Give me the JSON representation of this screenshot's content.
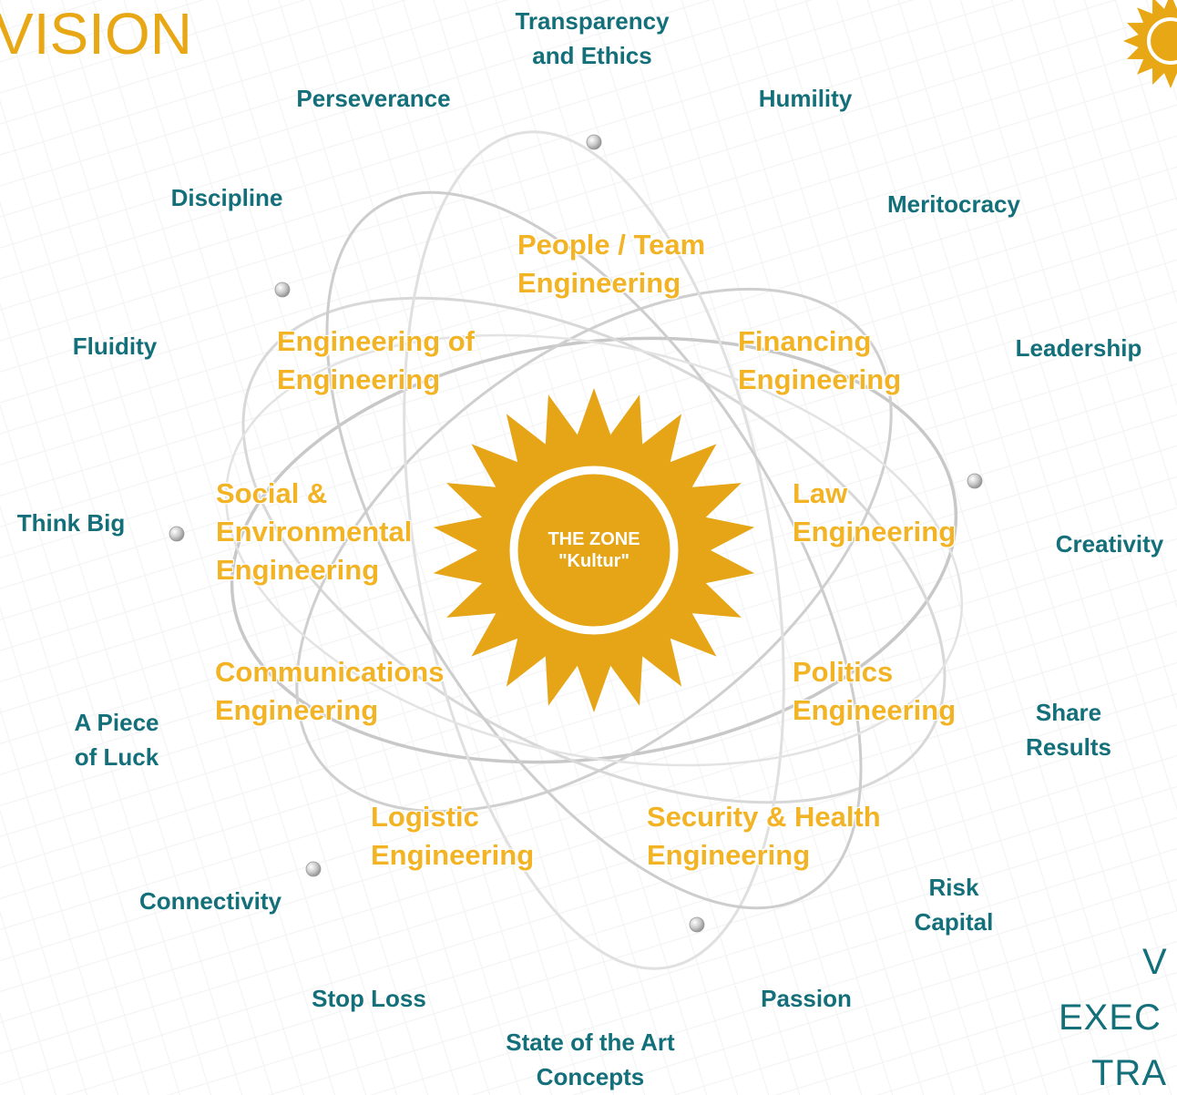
{
  "diagram": {
    "title": "VISION",
    "center": {
      "line1": "THE ZONE",
      "line2": "\"Kultur\""
    },
    "values": [
      [
        "Transparency",
        "and Ethics"
      ],
      [
        "Perseverance"
      ],
      [
        "Humility"
      ],
      [
        "Discipline"
      ],
      [
        "Meritocracy"
      ],
      [
        "Fluidity"
      ],
      [
        "Leadership"
      ],
      [
        "Think Big"
      ],
      [
        "Creativity"
      ],
      [
        "A Piece",
        "of Luck"
      ],
      [
        "Share",
        "Results"
      ],
      [
        "Connectivity"
      ],
      [
        "Risk",
        "Capital"
      ],
      [
        "Stop Loss"
      ],
      [
        "Passion"
      ],
      [
        "State of the Art",
        "Concepts"
      ]
    ],
    "engineering": [
      [
        "People / Team",
        "Engineering"
      ],
      [
        "Engineering of",
        "Engineering"
      ],
      [
        "Financing",
        "Engineering"
      ],
      [
        "Social &",
        "Environmental",
        "Engineering"
      ],
      [
        "Law",
        "Engineering"
      ],
      [
        "Communications",
        "Engineering"
      ],
      [
        "Politics",
        "Engineering"
      ],
      [
        "Logistic",
        "Engineering"
      ],
      [
        "Security & Health",
        "Engineering"
      ]
    ],
    "corner_text": {
      "line1": "V",
      "line2": "EXEC",
      "line3": "TRA"
    },
    "colors": {
      "teal": "#136f79",
      "gold": "#e8a815",
      "sun": "#e5a516",
      "orbit": "#cfcfcf"
    }
  }
}
